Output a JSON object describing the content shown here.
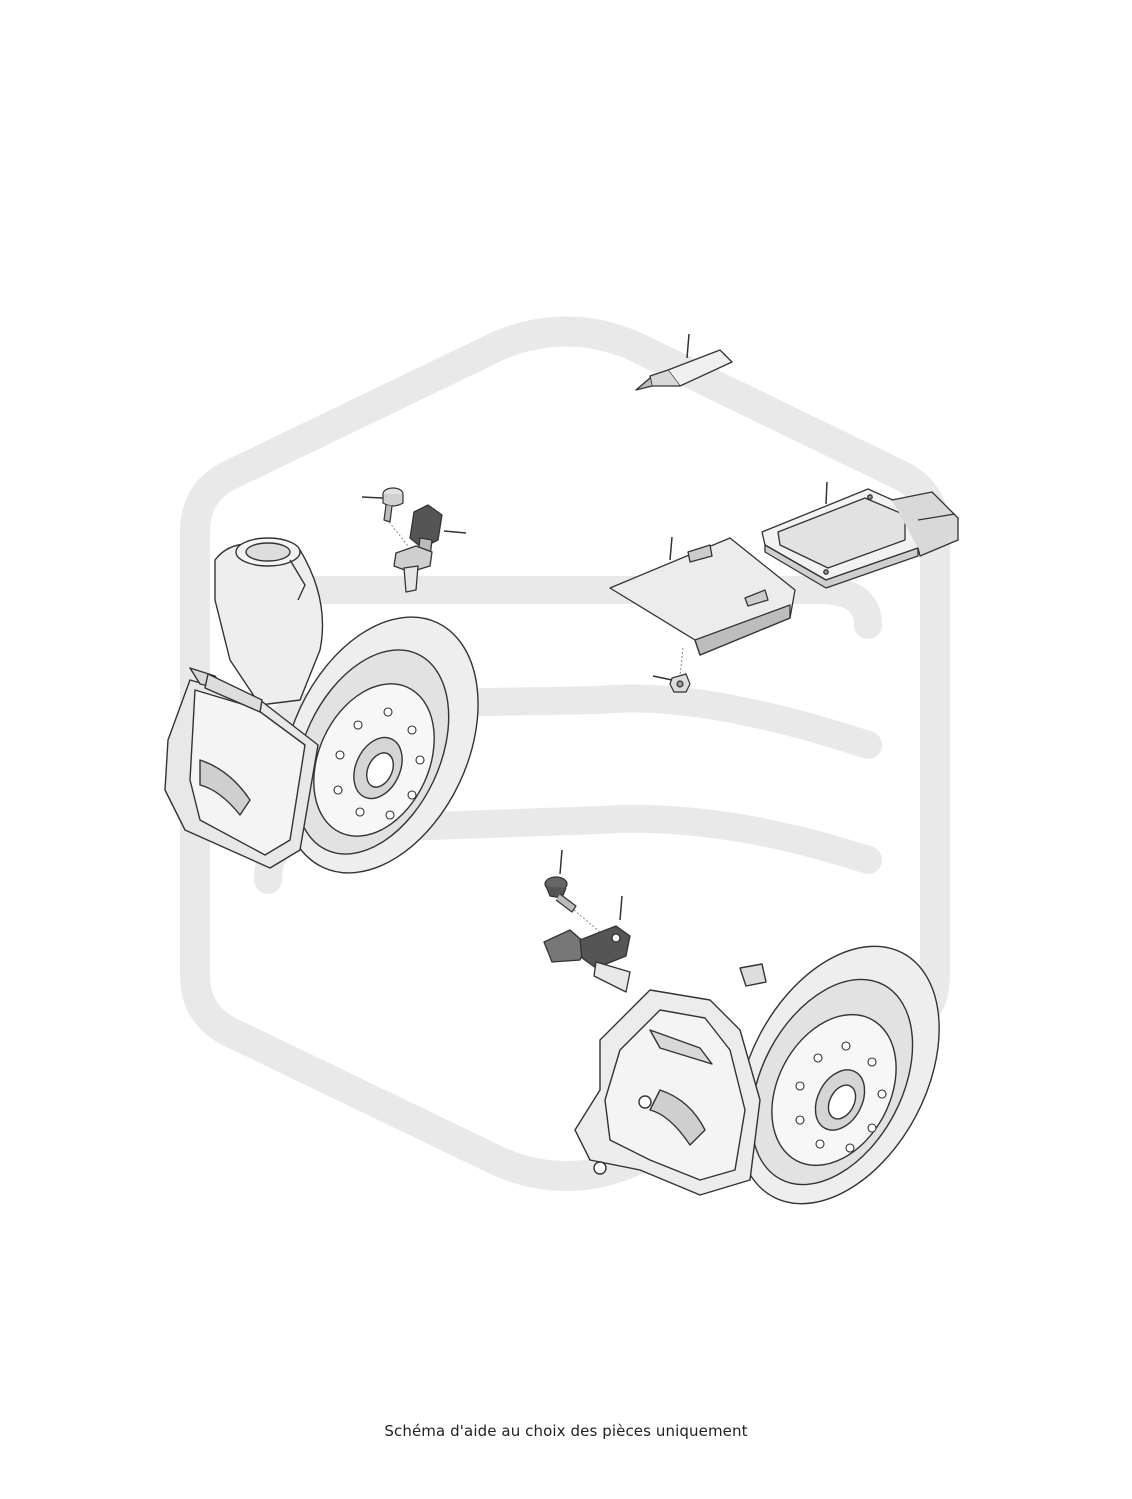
{
  "diagram": {
    "caption": "Schéma d'aide au choix des pièces uniquement",
    "parts": [
      {
        "id": "front-wheel-assembly",
        "label": ""
      },
      {
        "id": "front-speed-sensor",
        "label": ""
      },
      {
        "id": "sensor-screw-front",
        "label": ""
      },
      {
        "id": "sealant-tube",
        "label": ""
      },
      {
        "id": "control-unit",
        "label": ""
      },
      {
        "id": "mounting-bracket",
        "label": ""
      },
      {
        "id": "bracket-nut",
        "label": ""
      },
      {
        "id": "rear-speed-sensor",
        "label": ""
      },
      {
        "id": "sensor-screw-rear",
        "label": ""
      },
      {
        "id": "rear-wheel-assembly",
        "label": ""
      }
    ]
  },
  "colors": {
    "watermark": "#e9e9e9",
    "line": "#333333",
    "part_fill": "#f2f2f2",
    "part_shade": "#cfcfcf",
    "dark_part": "#666666"
  }
}
